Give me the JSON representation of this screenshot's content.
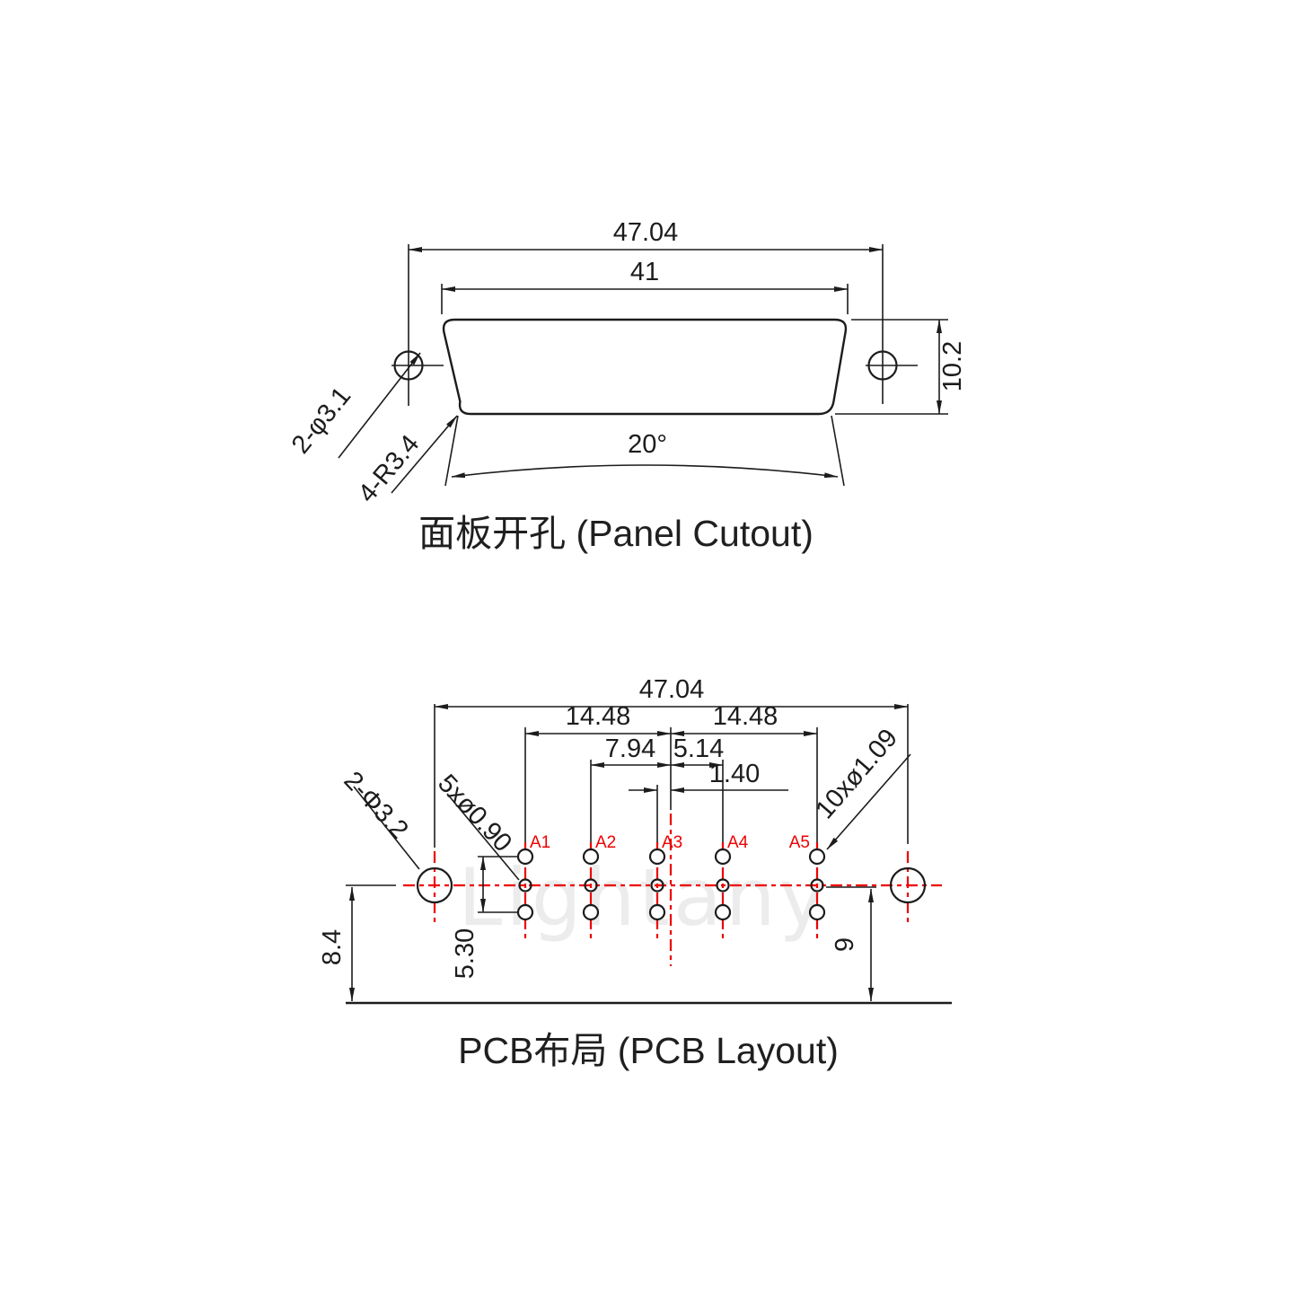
{
  "watermark": "Lightany",
  "panel_cutout": {
    "title": "面板开孔 (Panel Cutout)",
    "dim_overall": "47.04",
    "dim_opening": "41",
    "dim_height": "10.2",
    "dim_angle": "20°",
    "label_holes": "2-φ3.1",
    "label_radius": "4-R3.4"
  },
  "pcb_layout": {
    "title": "PCB布局 (PCB Layout)",
    "dim_overall": "47.04",
    "dim_a1_to_center": "14.48",
    "dim_center_to_a5": "14.48",
    "dim_a2_to_center": "7.94",
    "dim_center_to_a4": "5.14",
    "dim_a3_to_center": "1.40",
    "dim_pin_rows": "5.30",
    "dim_left_height": "8.4",
    "dim_right_height": "9",
    "label_mount_holes": "2-Φ3.2",
    "label_mid_holes": "5xø0.90",
    "label_outer_holes": "10xø1.09",
    "pins": [
      {
        "label": "A1"
      },
      {
        "label": "A2"
      },
      {
        "label": "A3"
      },
      {
        "label": "A4"
      },
      {
        "label": "A5"
      }
    ]
  }
}
